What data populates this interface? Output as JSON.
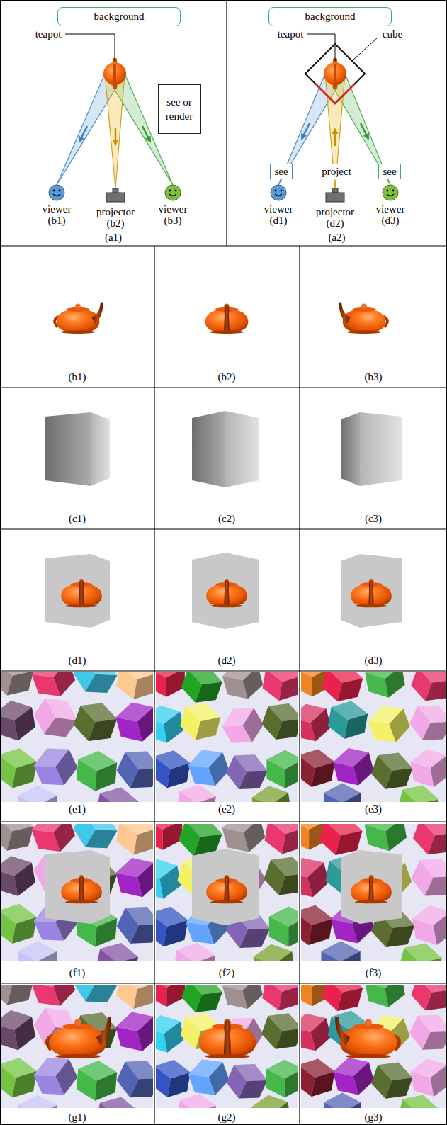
{
  "diagram": {
    "nodes": [
      {
        "text": [
          "(a1)"
        ]
      },
      {
        "text": [
          "background"
        ],
        "in": 0
      },
      {
        "text": [
          "see or render"
        ],
        "in": 0
      },
      {
        "text": [
          "(a2)"
        ]
      },
      {
        "text": [
          "background"
        ],
        "in": 3
      },
      {
        "text": [
          "see"
        ],
        "in": 3
      },
      {
        "text": [
          "project"
        ],
        "in": 3
      },
      {
        "text": [
          "see"
        ],
        "in": 3
      }
    ],
    "labels": [
      "teapot",
      "viewer",
      "(b1)",
      "projector",
      "(b2)",
      "viewer",
      "(b3)",
      "teapot",
      "cube",
      "viewer",
      "(d1)",
      "projector",
      "(d2)",
      "viewer",
      "(d3)",
      "(b1)",
      "(b2)",
      "(b3)",
      "(c1)",
      "(c2)",
      "(c3)",
      "(d1)",
      "(d2)",
      "(d3)",
      "(e1)",
      "(e2)",
      "(e3)",
      "(f1)",
      "(f2)",
      "(f3)",
      "(g1)",
      "(g2)",
      "(g3)"
    ]
  }
}
